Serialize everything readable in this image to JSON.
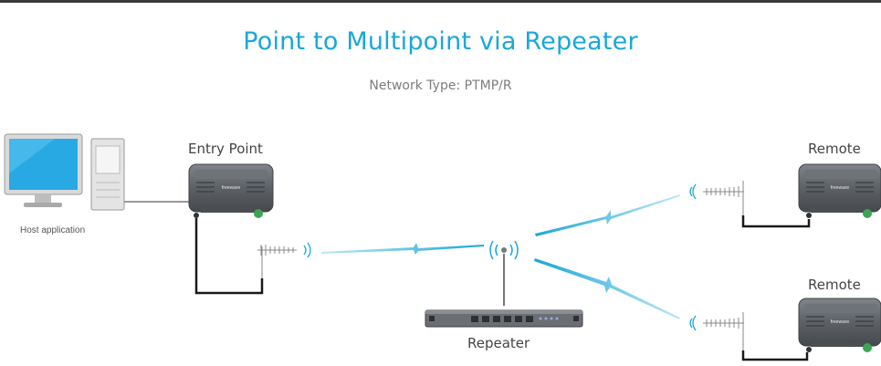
{
  "title": "Point to Multipoint via Repeater",
  "subtitle": "Network Type: PTMP/R",
  "labels": {
    "host": "Host application",
    "entry_point": "Entry Point",
    "repeater": "Repeater",
    "remote_top": "Remote",
    "remote_bottom": "Remote"
  },
  "device_brand": "freewave",
  "colors": {
    "title": "#1aa7d9",
    "link": "#2bb5e3",
    "device_body": "#5d6166",
    "monitor_screen": "#29a9e4",
    "cable": "#1a1a1a",
    "led": "#3aa655"
  }
}
